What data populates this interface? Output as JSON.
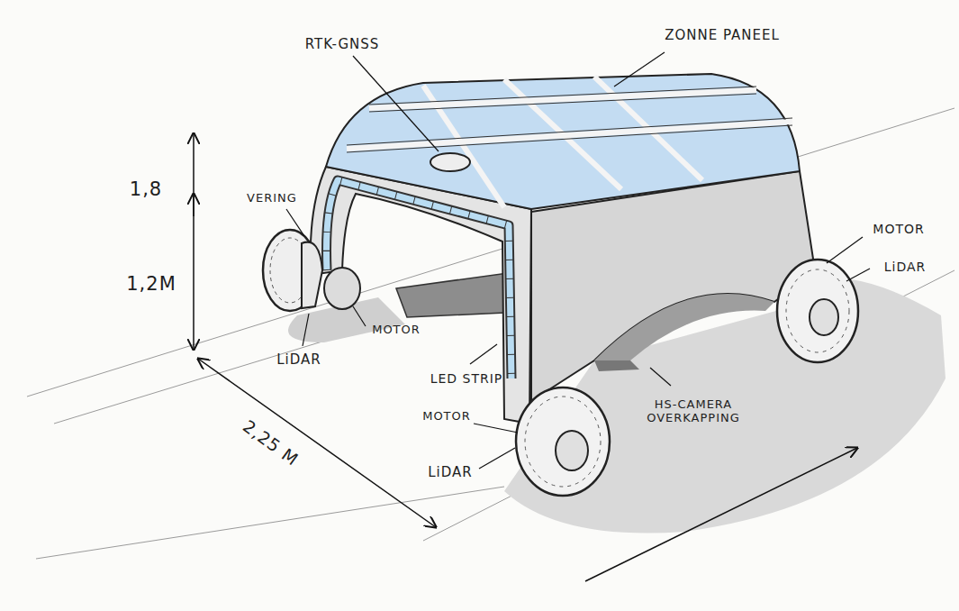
{
  "diagram": {
    "labels": [
      "RTK-GNSS",
      "ZONNE PANEEL",
      "1,8",
      "VERING",
      "MOTOR",
      "LiDAR",
      "1,2M",
      "MOTOR",
      "LiDAR",
      "LED STRIP",
      "MOTOR",
      "HS-CAMERA OVERKAPPING",
      "LiDAR",
      "2,25 M"
    ]
  }
}
